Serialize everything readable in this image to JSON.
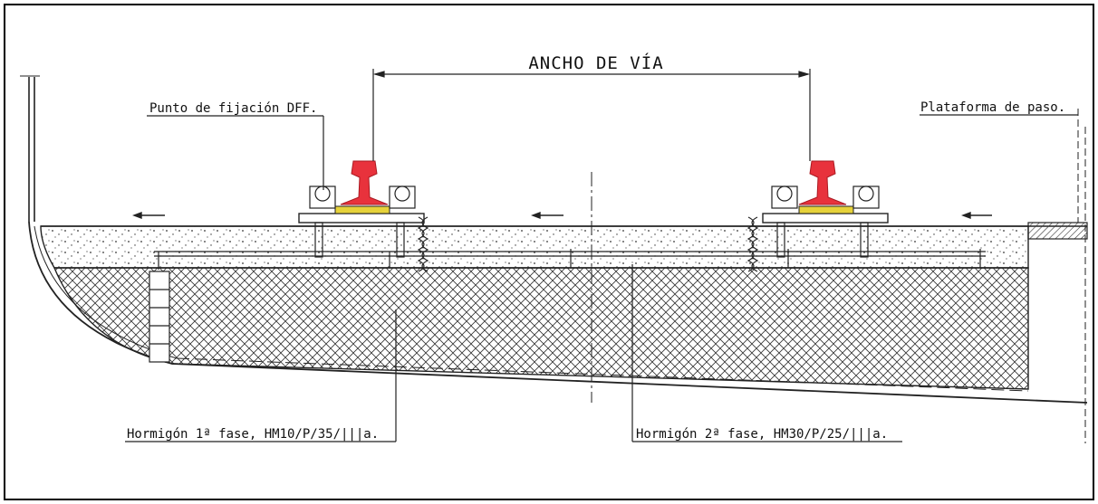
{
  "labels": {
    "track_gauge": "ANCHO DE VÍA",
    "fixing_point": "Punto de fijación DFF.",
    "platform": "Plataforma de paso.",
    "concrete_phase1": "Hormigón 1ª fase, HM10/P/35/|||a.",
    "concrete_phase2": "Hormigón 2ª fase, HM30/P/25/|||a."
  },
  "colors": {
    "rail": "#e8323c",
    "line": "#222222",
    "fastener": "#e6d23a"
  }
}
